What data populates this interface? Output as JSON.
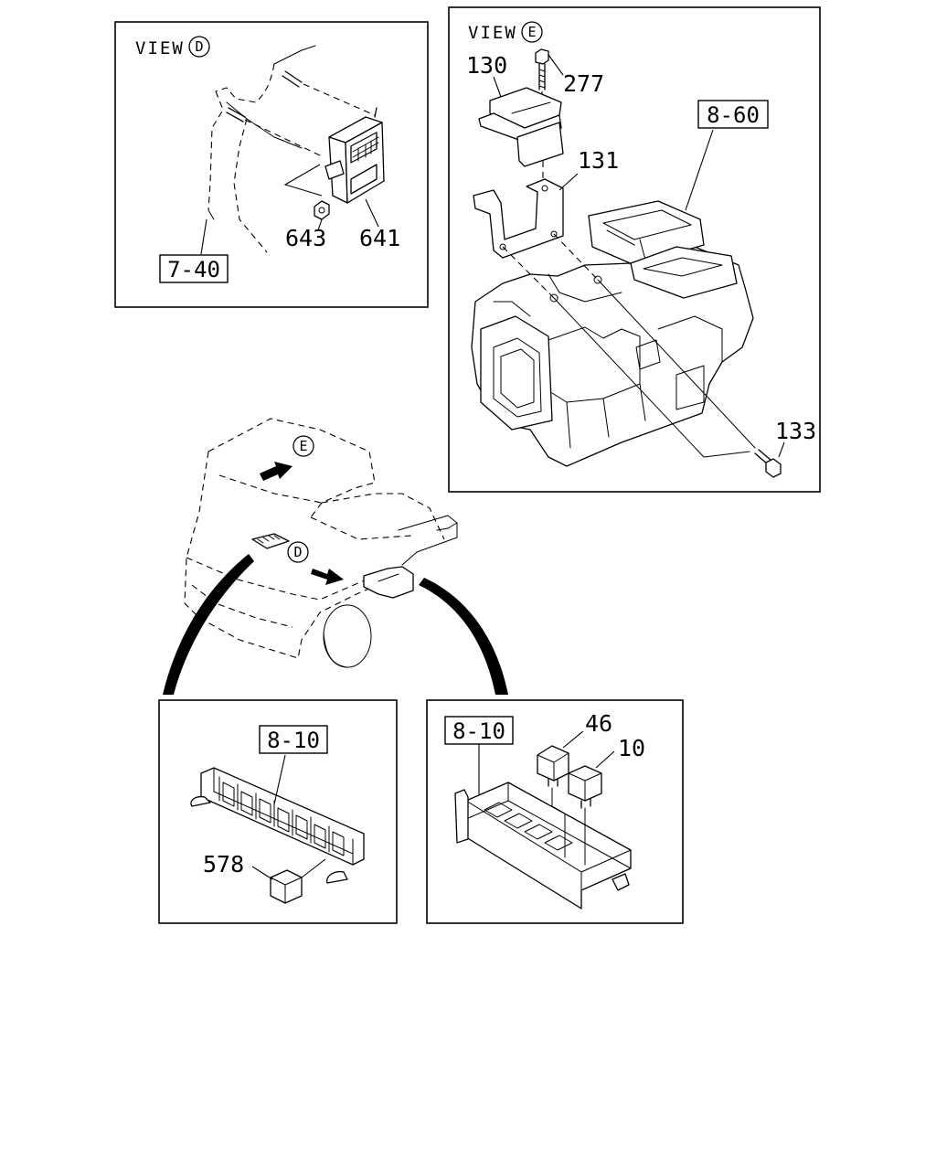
{
  "view_d": {
    "label": "VIEW",
    "letter": "D",
    "ref": "7-40",
    "parts": {
      "nut": "643",
      "module": "641"
    }
  },
  "view_e": {
    "label": "VIEW",
    "letter": "E",
    "ref": "8-60",
    "parts": {
      "unit": "130",
      "bolt_top": "277",
      "bracket": "131",
      "bolt_side": "133"
    }
  },
  "vehicle": {
    "marker_e": "E",
    "marker_d": "D"
  },
  "relay_block_left": {
    "ref": "8-10",
    "parts": {
      "relay": "578"
    }
  },
  "relay_block_right": {
    "ref": "8-10",
    "parts": {
      "relay_a": "46",
      "relay_b": "10"
    }
  }
}
